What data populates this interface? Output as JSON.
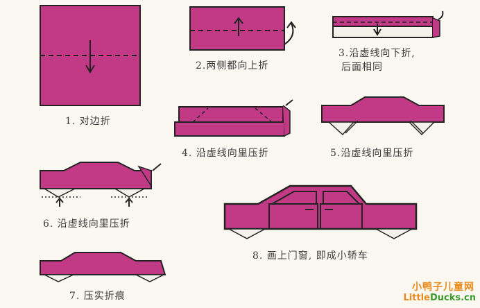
{
  "colors": {
    "paper": "#c23a86",
    "paper_back": "#f4f1ea",
    "outline": "#222222",
    "background": "#fbf8f1",
    "watermark_orange": "#e8891a",
    "watermark_green": "#3b9a2f"
  },
  "steps": [
    {
      "label": "1. 对边折"
    },
    {
      "label": "2.两侧都向上折"
    },
    {
      "label": "3.沿虚线向下折,"
    },
    {
      "label": "后面相同"
    },
    {
      "label": "4. 沿虚线向里压折"
    },
    {
      "label": "5.沿虚线向里压折"
    },
    {
      "label": "6. 沿虚线向里压折"
    },
    {
      "label": "7. 压实折痕"
    },
    {
      "label": "8. 画上门窗, 即成小轿车"
    }
  ],
  "watermark": {
    "cn": "小鸭子儿童网",
    "en_part1": "Little",
    "en_part2": "Ducks.cn"
  }
}
